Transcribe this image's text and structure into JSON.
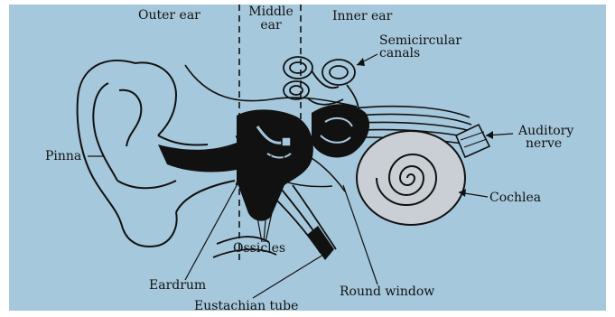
{
  "colors": {
    "background": "#a6c8dc",
    "border": "#ffffff",
    "ink": "#111111",
    "cochlea_fill": "#c9cfd4"
  },
  "labels": {
    "outer_ear": "Outer ear",
    "middle_ear_line1": "Middle",
    "middle_ear_line2": "ear",
    "inner_ear": "Inner ear",
    "semicircular_line1": "Semicircular",
    "semicircular_line2": "canals",
    "auditory_line1": "Auditory",
    "auditory_line2": "nerve",
    "pinna": "Pinna",
    "cochlea": "Cochlea",
    "ossicles": "Ossicles",
    "eardrum": "Eardrum",
    "round_window": "Round window",
    "eustachian_tube": "Eustachian tube"
  }
}
